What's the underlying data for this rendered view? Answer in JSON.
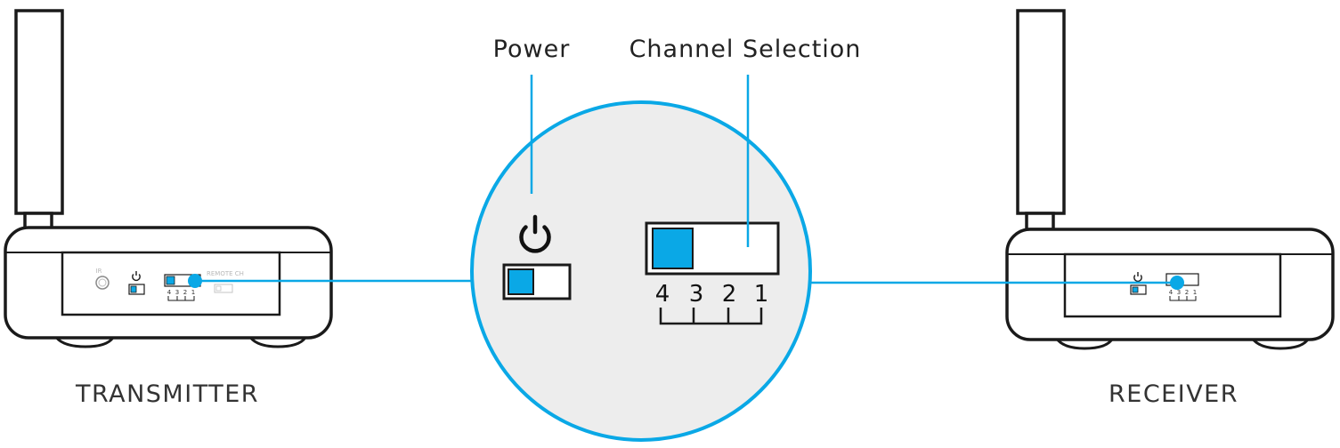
{
  "diagram": {
    "labels": {
      "power": "Power",
      "channel_selection": "Channel Selection",
      "transmitter": "TRANSMITTER",
      "receiver": "RECEIVER"
    },
    "transmitter_panel": {
      "ir": "IR",
      "remote_ch": "REMOTE CH",
      "channel_numbers": [
        "4",
        "3",
        "2",
        "1"
      ]
    },
    "receiver_panel": {
      "channel_numbers": [
        "4",
        "3",
        "2",
        "1"
      ]
    },
    "zoom": {
      "channel_numbers": [
        "4",
        "3",
        "2",
        "1"
      ],
      "selected_channel": "4",
      "power_switch_state": "off"
    },
    "colors": {
      "accent": "#0aa8e6",
      "outline": "#1a1a1a",
      "zoom_fill": "#ededed"
    }
  }
}
